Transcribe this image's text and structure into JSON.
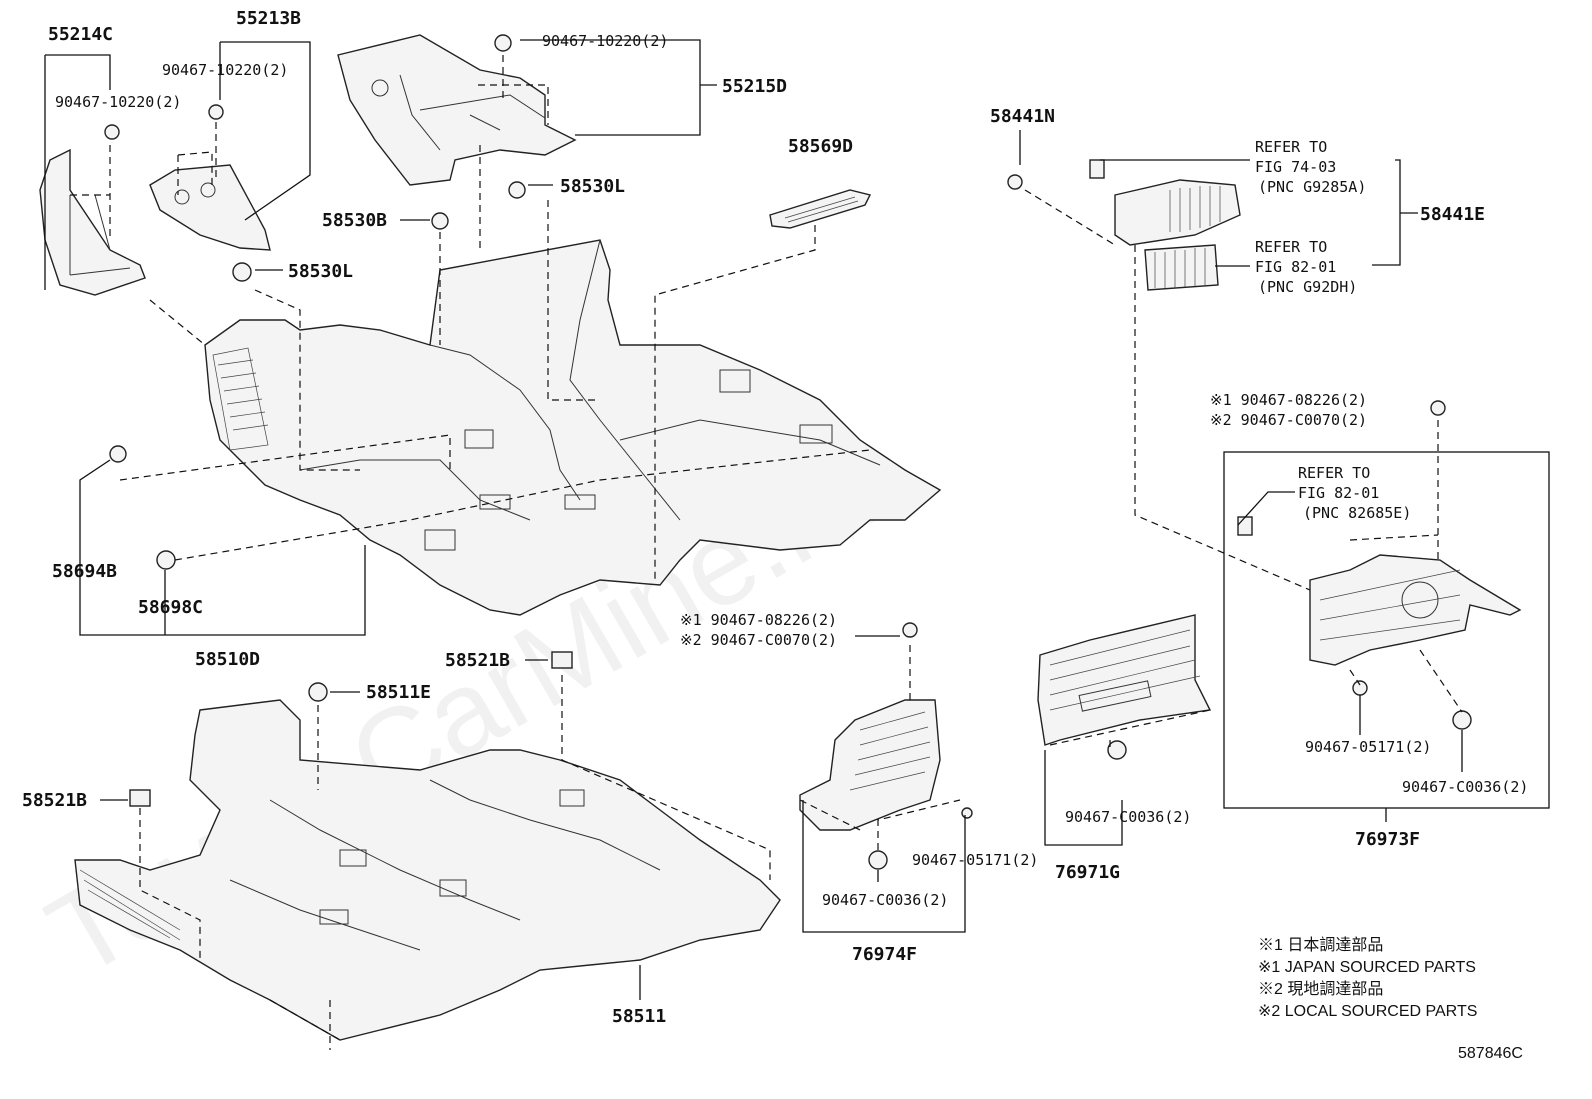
{
  "watermark": "ToyotaCarMine.ru",
  "figure_code": "587846C",
  "labels": {
    "l55214C": "55214C",
    "l55213B": "55213B",
    "l55215D": "55215D",
    "l90467_10220_a": "90467-10220(2)",
    "l90467_10220_b": "90467-10220(2)",
    "l90467_10220_c": "90467-10220(2)",
    "l58441N": "58441N",
    "l58569D": "58569D",
    "l58530L_a": "58530L",
    "l58530B": "58530B",
    "l58530L_b": "58530L",
    "l58441E": "58441E",
    "l58694B": "58694B",
    "l58698C": "58698C",
    "l58510D": "58510D",
    "l58521B_a": "58521B",
    "l58511E": "58511E",
    "l58521B_b": "58521B",
    "l58511": "58511",
    "l76974F": "76974F",
    "l76971G": "76971G",
    "l76973F": "76973F",
    "l90467_05171_a": "90467-05171(2)",
    "l90467_05171_b": "90467-05171(2)",
    "l90467_C0036_a": "90467-C0036(2)",
    "l90467_C0036_b": "90467-C0036(2)",
    "l90467_C0036_c": "90467-C0036(2)"
  },
  "refer": {
    "r1": {
      "line1": "REFER TO",
      "line2": "FIG 74-03",
      "line3": "(PNC G9285A)"
    },
    "r2": {
      "line1": "REFER TO",
      "line2": "FIG 82-01",
      "line3": "(PNC G92DH)"
    },
    "r3": {
      "line1": "REFER TO",
      "line2": "FIG 82-01",
      "line3": "(PNC 82685E)"
    }
  },
  "sourced": {
    "a": {
      "line1": "※1 90467-08226(2)",
      "line2": "※2 90467-C0070(2)"
    },
    "b": {
      "line1": "※1 90467-08226(2)",
      "line2": "※2 90467-C0070(2)"
    }
  },
  "legend": {
    "n1_jp": "※1 日本調達部品",
    "n1_en": "※1 JAPAN SOURCED PARTS",
    "n2_jp": "※2 現地調達部品",
    "n2_en": "※2 LOCAL SOURCED PARTS"
  }
}
